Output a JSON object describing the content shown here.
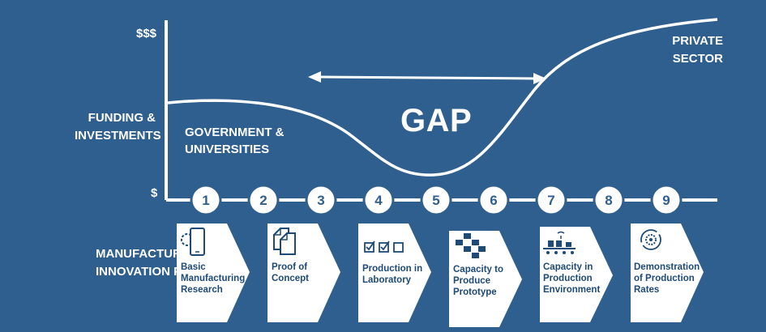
{
  "axis": {
    "y_high": "$$$",
    "y_low": "$",
    "y_title": [
      "FUNDING &",
      "INVESTMENTS"
    ]
  },
  "labels": {
    "government": [
      "GOVERNMENT &",
      "UNIVERSITIES"
    ],
    "private": [
      "PRIVATE",
      "SECTOR"
    ],
    "gap": "GAP",
    "process": [
      "MANUFACTURING",
      "INNOVATION PROCESS"
    ]
  },
  "steps": [
    {
      "number": "1",
      "text": [
        "Basic",
        "Manufacturing",
        "Research"
      ],
      "icon": "tablet-gear-icon"
    },
    {
      "number": "2",
      "text": [
        "Proof of",
        "Concept"
      ],
      "icon": "documents-icon"
    },
    {
      "number": "3",
      "text": [],
      "icon": ""
    },
    {
      "number": "4",
      "text": [
        "Production in",
        "Laboratory"
      ],
      "icon": "checkboxes-icon"
    },
    {
      "number": "5",
      "text": [],
      "icon": ""
    },
    {
      "number": "6",
      "text": [
        "Capacity to",
        "Produce",
        "Prototype"
      ],
      "icon": "cubes-icon"
    },
    {
      "number": "7",
      "text": [
        "Capacity in",
        "Production",
        "Environment"
      ],
      "icon": "conveyor-icon"
    },
    {
      "number": "8",
      "text": [],
      "icon": ""
    },
    {
      "number": "9",
      "text": [
        "Demonstration",
        "of Production",
        "Rates"
      ],
      "icon": "gear-cycle-icon"
    }
  ],
  "colors": {
    "background": "#2e5f8e",
    "foreground": "#ffffff",
    "card": "#ffffff",
    "card_text": "#1d4a77"
  }
}
